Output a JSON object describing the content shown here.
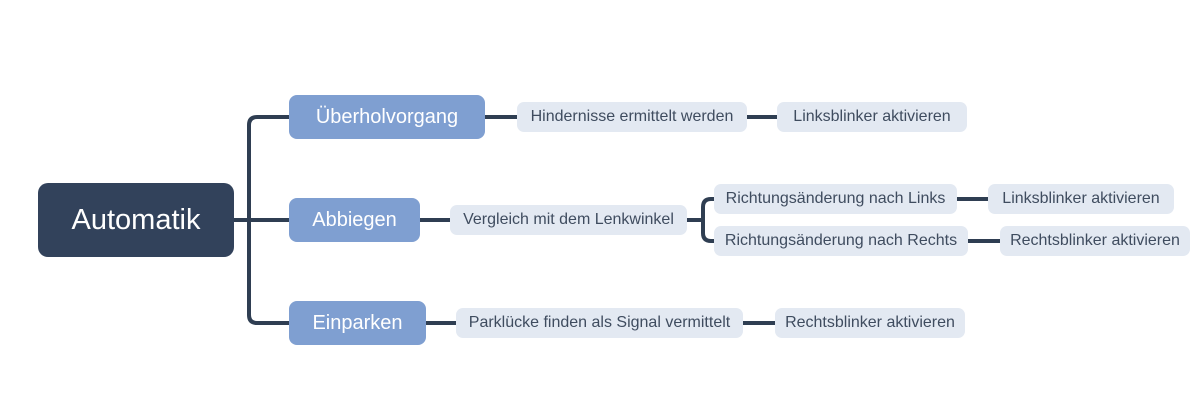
{
  "mindmap": {
    "root": {
      "label": "Automatik"
    },
    "branches": [
      {
        "label": "Überholvorgang",
        "children": [
          {
            "label": "Hindernisse ermittelt werden",
            "children": [
              {
                "label": "Linksblinker aktivieren"
              }
            ]
          }
        ]
      },
      {
        "label": "Abbiegen",
        "children": [
          {
            "label": "Vergleich mit dem Lenkwinkel",
            "children": [
              {
                "label": "Richtungsänderung nach Links",
                "children": [
                  {
                    "label": "Linksblinker aktivieren"
                  }
                ]
              },
              {
                "label": "Richtungsänderung nach Rechts",
                "children": [
                  {
                    "label": "Rechtsblinker aktivieren"
                  }
                ]
              }
            ]
          }
        ]
      },
      {
        "label": "Einparken",
        "children": [
          {
            "label": "Parklücke finden als Signal vermittelt",
            "children": [
              {
                "label": "Rechtsblinker aktivieren"
              }
            ]
          }
        ]
      }
    ]
  },
  "colors": {
    "bg": "#ffffff",
    "root_fill": "#32425b",
    "root_text": "#ffffff",
    "branch_fill": "#7f9fd1",
    "branch_text": "#ffffff",
    "leaf_fill": "#e3e9f2",
    "leaf_text": "#3f4c5f",
    "line": "#2f3e52"
  }
}
